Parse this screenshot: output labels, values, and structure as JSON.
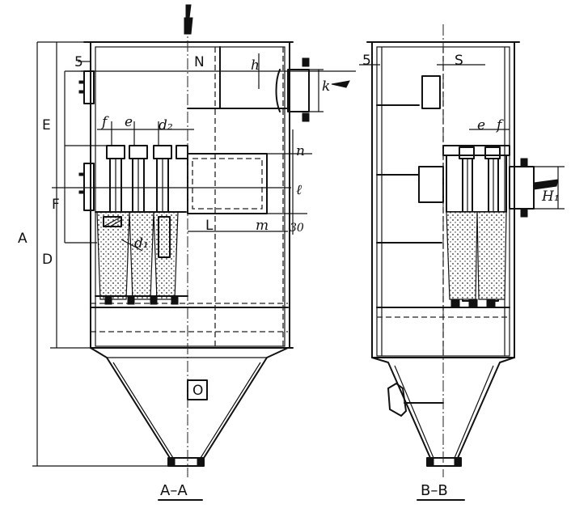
{
  "view_a": {
    "caption": "A–A",
    "labels": {
      "A": "A",
      "D": "D",
      "E": "E",
      "F": "F",
      "s": "5",
      "N": "N",
      "h": "h",
      "k": "k",
      "f": "f",
      "e": "e",
      "d2": "d₂",
      "n": "n",
      "l": "ℓ",
      "L": "L",
      "m": "m",
      "thirty": "30",
      "d1": "d₁",
      "O": "O"
    }
  },
  "view_b": {
    "caption": "B–B",
    "labels": {
      "s": "5",
      "S": "S",
      "e": "e",
      "f": "f",
      "H1": "H₁"
    }
  },
  "colors": {
    "ink": "#111111",
    "paper": "#ffffff"
  }
}
